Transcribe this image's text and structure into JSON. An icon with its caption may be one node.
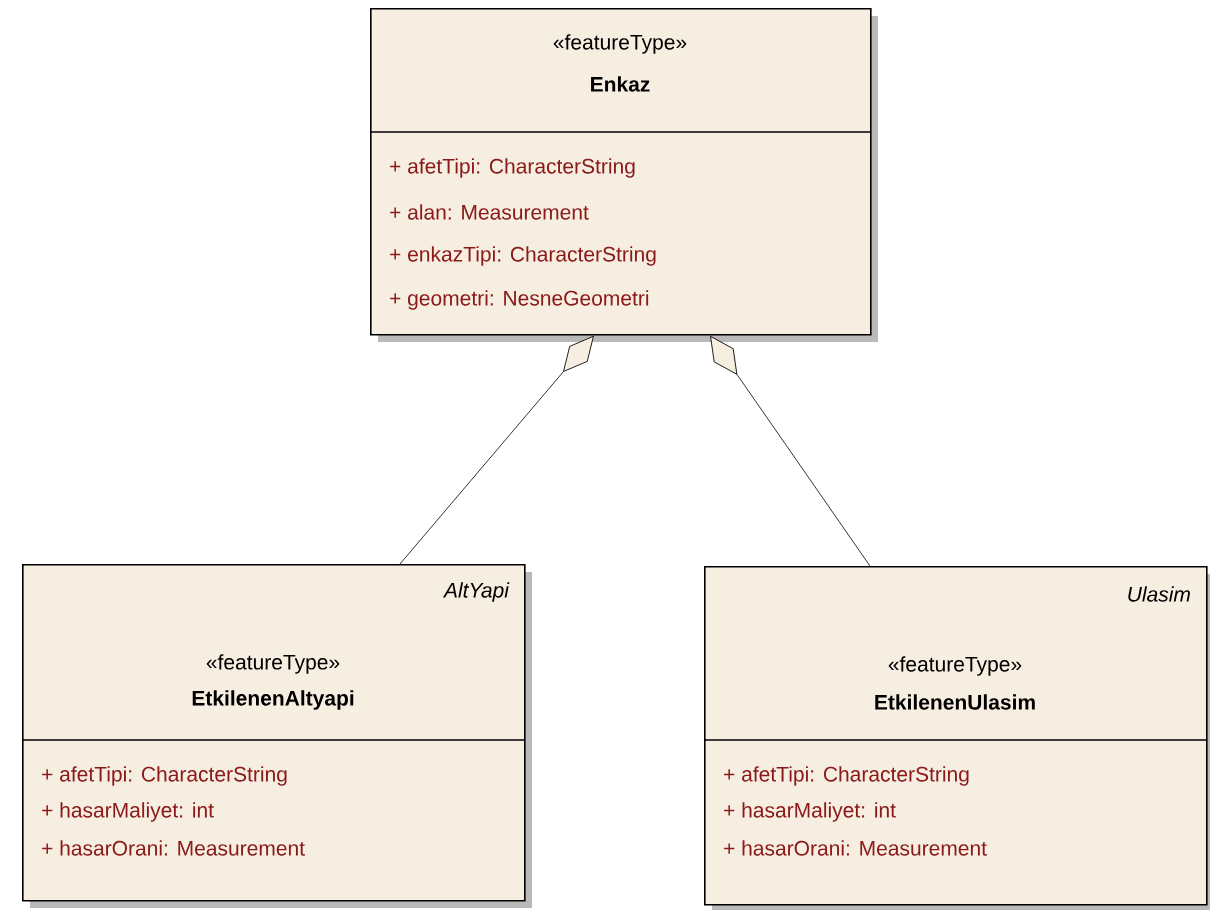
{
  "diagram": {
    "nodes": [
      {
        "text": [
          "«featureType»",
          "Enkaz",
          "+ afetTipi: CharacterString",
          "+ alan: Measurement",
          "+ enkazTipi: CharacterString",
          "+ geometri: NesneGeometri"
        ]
      },
      {
        "text": [
          "AltYapi",
          "«featureType»",
          "EtkilenenAltyapi",
          "+ afetTipi: CharacterString",
          "+ hasarMaliyet: int",
          "+ hasarOrani: Measurement"
        ]
      },
      {
        "text": [
          "Ulasim",
          "«featureType»",
          "EtkilenenUlasim",
          "+ afetTipi: CharacterString",
          "+ hasarMaliyet: int",
          "+ hasarOrani: Measurement"
        ]
      }
    ],
    "edges": [
      {
        "from": 0,
        "to": 1,
        "arrow": "other"
      },
      {
        "from": 0,
        "to": 2,
        "arrow": "other"
      }
    ]
  }
}
